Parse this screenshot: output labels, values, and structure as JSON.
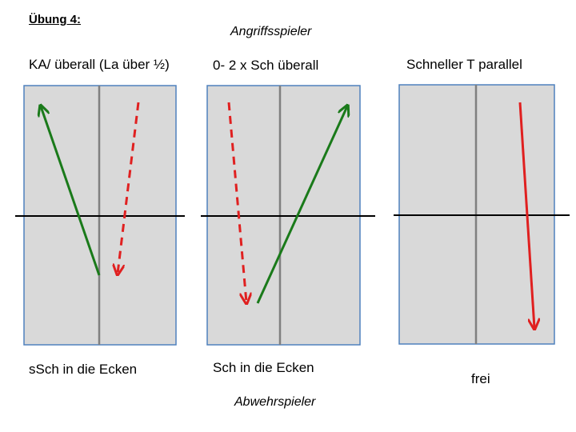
{
  "title": "Übung 4:",
  "roles": {
    "attacker": "Angriffsspieler",
    "defender": "Abwehrspieler"
  },
  "colors": {
    "court_fill": "#d9d9d9",
    "court_border": "#4f81bd",
    "center_line": "#808080",
    "net": "#000000",
    "attack_arrow": "#1a7a1a",
    "defense_arrow": "#e02020"
  },
  "panels": [
    {
      "top_label": "KA/ überall (La über ½)",
      "bottom_label": "sSch in die Ecken"
    },
    {
      "top_label": "0- 2 x Sch überall",
      "bottom_label": "Sch in die Ecken"
    },
    {
      "top_label": "Schneller T parallel",
      "bottom_label": "frei"
    }
  ]
}
